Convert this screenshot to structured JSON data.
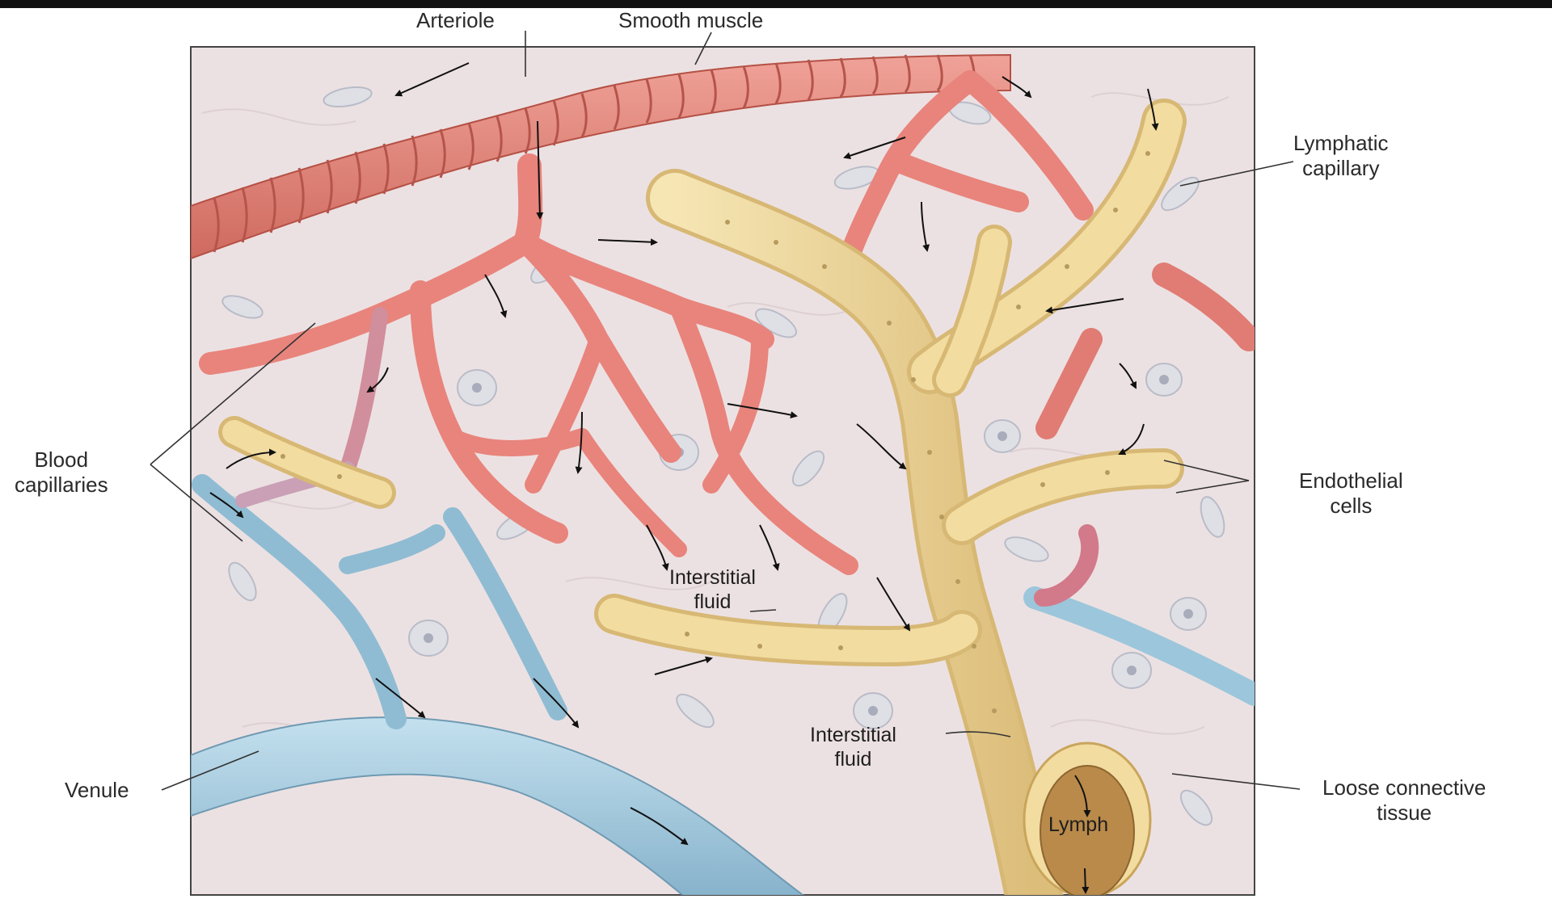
{
  "labels": {
    "arteriole": "Arteriole",
    "smooth_muscle": "Smooth muscle",
    "lymphatic_capillary": [
      "Lymphatic",
      "capillary"
    ],
    "blood_capillaries": [
      "Blood",
      "capillaries"
    ],
    "endothelial_cells": [
      "Endothelial",
      "cells"
    ],
    "interstitial_fluid_upper": [
      "Interstitial",
      "fluid"
    ],
    "interstitial_fluid_lower": [
      "Interstitial",
      "fluid"
    ],
    "venule": "Venule",
    "loose_connective_tissue": [
      "Loose connective",
      "tissue"
    ],
    "lymph": "Lymph"
  },
  "colors": {
    "tissue_background": "#ece1e2",
    "arteriole": "#e88a80",
    "arteriole_dark": "#c96055",
    "blood_capillary": "#eb8f88",
    "lymphatic": "#f2dca0",
    "lymphatic_dark": "#d2b26a",
    "venule": "#a9cde0",
    "venule_dark": "#7eaac4",
    "lymph_interior": "#b98a4a",
    "cell_fill": "#dfe0e6",
    "arrow": "#111111",
    "label_text": "#2a2a2a"
  }
}
